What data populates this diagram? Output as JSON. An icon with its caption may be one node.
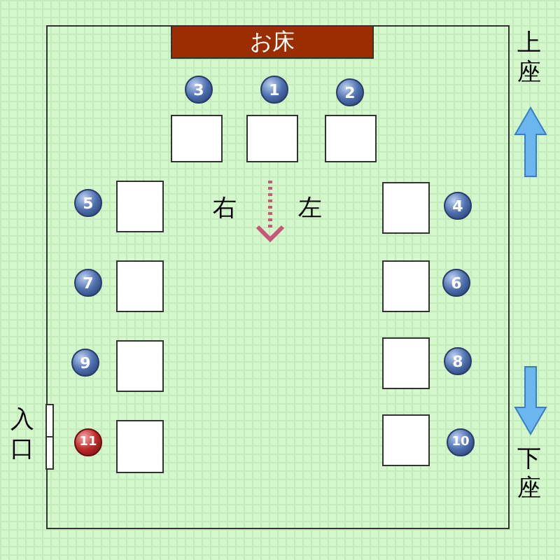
{
  "diagram": {
    "nodes": [
      {
        "text": [
          "お床"
        ]
      },
      {
        "text": [
          "3"
        ]
      },
      {
        "text": [
          "1"
        ]
      },
      {
        "text": [
          "2"
        ]
      },
      {
        "text": [
          "5"
        ]
      },
      {
        "text": [
          "4"
        ]
      },
      {
        "text": [
          "7"
        ]
      },
      {
        "text": [
          "6"
        ]
      },
      {
        "text": [
          "9"
        ]
      },
      {
        "text": [
          "8"
        ]
      },
      {
        "text": [
          "11"
        ]
      },
      {
        "text": [
          "10"
        ]
      },
      {
        "text": [],
        "shape": "box"
      },
      {
        "text": [],
        "shape": "box"
      },
      {
        "text": [],
        "shape": "box"
      },
      {
        "text": [],
        "shape": "box"
      },
      {
        "text": [],
        "shape": "box"
      },
      {
        "text": [],
        "shape": "box"
      },
      {
        "text": [],
        "shape": "box"
      },
      {
        "text": [],
        "shape": "box"
      },
      {
        "text": [],
        "shape": "box"
      },
      {
        "text": [],
        "shape": "box"
      },
      {
        "text": [],
        "shape": "box"
      }
    ],
    "labels": [
      "上座",
      "右",
      "左",
      "入口",
      "下座"
    ]
  }
}
